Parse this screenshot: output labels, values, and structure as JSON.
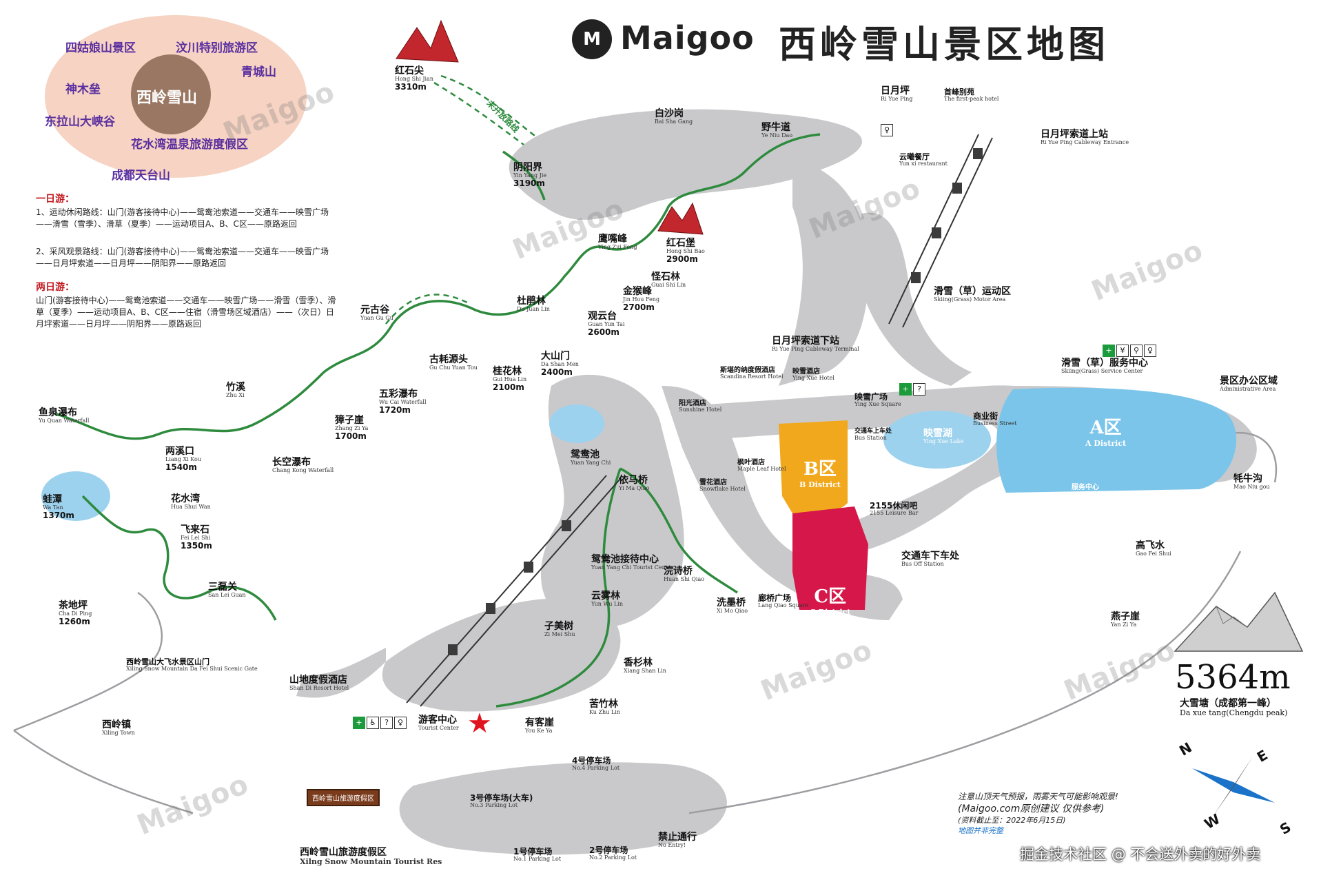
{
  "header": {
    "brand": "Maigoo",
    "brand_mark": "M",
    "title": "西岭雪山景区地图"
  },
  "regions": {
    "center": "西岭雪山",
    "items": [
      "四姑娘山景区",
      "汶川特别旅游区",
      "青城山",
      "神木垒",
      "东拉山大峡谷",
      "花水湾温泉旅游度假区",
      "成都天台山"
    ]
  },
  "itinerary": {
    "one_day_title": "一日游：",
    "one_day_1": "1、运动休闲路线：山门(游客接待中心)——鸳鸯池索道——交通车——映雪广场——滑雪（雪季）、滑草（夏季）——运动项目A、B、C区——原路返回",
    "one_day_2": "2、采风观景路线：山门(游客接待中心)——鸳鸯池索道——交通车——映雪广场——日月坪索道——日月坪——阴阳界——原路返回",
    "two_day_title": "两日游：",
    "two_day_1": "山门(游客接待中心)——鸳鸯池索道——交通车——映雪广场——滑雪（雪季）、滑草（夏季）——运动项目A、B、C区——住宿（滑雪场区域酒店）——（次日）日月坪索道——日月坪——阴阳界——原路返回"
  },
  "places": {
    "hongshijian": {
      "cn": "红石尖",
      "en": "Hong Shi Jian",
      "alt": "3310m"
    },
    "weikaifang": {
      "cn": "未开放路线"
    },
    "yinyangjie": {
      "cn": "阴阳界",
      "en": "Yin Yang Jie",
      "alt": "3190m"
    },
    "baishagang": {
      "cn": "白沙岗",
      "en": "Bai Sha Gang"
    },
    "yeniudao": {
      "cn": "野牛道",
      "en": "Ye Niu Dao"
    },
    "riyueping": {
      "cn": "日月坪",
      "en": "Ri Yue Ping"
    },
    "shoufengbieyuan": {
      "cn": "首峰别苑",
      "en": "The first-peak hotel"
    },
    "riyueping_upper": {
      "cn": "日月坪索道上站",
      "en": "Ri Yue Ping Cableway Entrance"
    },
    "yunxi": {
      "cn": "云曦餐厅",
      "en": "Yun xi restaurant"
    },
    "yingzuifeng": {
      "cn": "鹰嘴峰",
      "en": "Ying Zui Feng"
    },
    "hongshibao": {
      "cn": "红石堡",
      "en": "Hong Shi Bao",
      "alt": "2900m"
    },
    "guaishilin": {
      "cn": "怪石林",
      "en": "Guai Shi Lin"
    },
    "jinhoufeng": {
      "cn": "金猴峰",
      "en": "Jin Hou Feng",
      "alt": "2700m"
    },
    "dujuanlin": {
      "cn": "杜鹃林",
      "en": "Du Juan Lin"
    },
    "guanyuntai": {
      "cn": "观云台",
      "en": "Guan Yun Tai",
      "alt": "2600m"
    },
    "yuangu": {
      "cn": "元古谷",
      "en": "Yuan Gu Gu"
    },
    "guhaoyuantou": {
      "cn": "古耗源头",
      "en": "Gu Chu Yuan Tou"
    },
    "guihualin": {
      "cn": "桂花林",
      "en": "Gui Hua Lin",
      "alt": "2100m"
    },
    "dashanmen": {
      "cn": "大山门",
      "en": "Da Shan Men",
      "alt": "2400m"
    },
    "riyueping_lower": {
      "cn": "日月坪索道下站",
      "en": "Ri Yue Ping Cableway Terminal"
    },
    "skiing": {
      "cn": "滑雪（草）运动区",
      "en": "Skiing(Grass) Motor Area"
    },
    "service": {
      "cn": "滑雪（草）服务中心",
      "en": "Skiing(Grass) Service Center"
    },
    "admin": {
      "cn": "景区办公区域",
      "en": "Administrative Area"
    },
    "scandinavia": {
      "cn": "斯堪的纳度假酒店",
      "en": "Scandina Resort Hotel"
    },
    "yingxuehotel": {
      "cn": "映雪酒店",
      "en": "Ying Xue Hotel"
    },
    "yingxuesquare": {
      "cn": "映雪广场",
      "en": "Ying Xue Square"
    },
    "sunshine": {
      "cn": "阳光酒店",
      "en": "Sunshine Hotel"
    },
    "shopping": {
      "cn": "商业街",
      "en": "Business Street"
    },
    "busstop": {
      "cn": "交通车上车处",
      "en": "Bus Station"
    },
    "yingxuelake": {
      "cn": "映雪湖",
      "en": "Ying Xue Lake"
    },
    "adistrict": {
      "big": "A区",
      "en": "A District"
    },
    "bdistrict": {
      "big": "B区",
      "en": "B District"
    },
    "cdistrict": {
      "big": "C区",
      "en": "C District"
    },
    "maplehotel": {
      "cn": "枫叶酒店",
      "en": "Maple Leaf Hotel"
    },
    "snowflake": {
      "cn": "雪花酒店",
      "en": "Snowflake Hotel"
    },
    "bar2155": {
      "cn": "2155休闲吧",
      "en": "2155 Leisure Bar"
    },
    "busoff": {
      "cn": "交通车下车处",
      "en": "Bus Off Station"
    },
    "fuwu": {
      "cn": "服务中心"
    },
    "maoniugou": {
      "cn": "牦牛沟",
      "en": "Mao Niu gou"
    },
    "gaofeishui": {
      "cn": "高飞水",
      "en": "Gao Fei Shui"
    },
    "yanziya": {
      "cn": "燕子崖",
      "en": "Yan Zi Ya"
    },
    "yuquan": {
      "cn": "鱼泉瀑布",
      "en": "Yu Quan Waterfall"
    },
    "zhuxi": {
      "cn": "竹溪",
      "en": "Zhu Xi"
    },
    "wucai": {
      "cn": "五彩瀑布",
      "en": "Wu Cai Waterfall",
      "alt": "1720m"
    },
    "zhangziya": {
      "cn": "獐子崖",
      "en": "Zhang Zi Ya",
      "alt": "1700m"
    },
    "liangxikou": {
      "cn": "两溪口",
      "en": "Liang Xi Kou",
      "alt": "1540m"
    },
    "changkong": {
      "cn": "长空瀑布",
      "en": "Chang Kong Waterfall"
    },
    "watan": {
      "cn": "蛙潭",
      "en": "Wa Tan",
      "alt": "1370m"
    },
    "huashuiwan": {
      "cn": "花水湾",
      "en": "Hua Shui Wan"
    },
    "feilaishi": {
      "cn": "飞来石",
      "en": "Fei Lei Shi",
      "alt": "1350m"
    },
    "chadiping": {
      "cn": "茶地坪",
      "en": "Cha Di Ping",
      "alt": "1260m"
    },
    "sanleiguan": {
      "cn": "三磊关",
      "en": "San Lei Guan"
    },
    "dafeishui": {
      "cn": "西岭雪山大飞水景区山门",
      "en": "Xiling Snow Mountain Da Fei Shui Scenic Gate"
    },
    "xilingtown": {
      "cn": "西岭镇",
      "en": "Xiling Town"
    },
    "yuanyangchi": {
      "cn": "鸳鸯池",
      "en": "Yuan Yang Chi"
    },
    "yimaqiao": {
      "cn": "依马桥",
      "en": "Yi Ma Qiao"
    },
    "yyc_center": {
      "cn": "鸳鸯池接待中心",
      "en": "Yuan Yang Chi Tourist Center"
    },
    "huanshiqiao": {
      "cn": "浣诗桥",
      "en": "Huan Shi Qiao"
    },
    "ximoqiao": {
      "cn": "洗墨桥",
      "en": "Xi Mo Qiao"
    },
    "langqiao": {
      "cn": "廊桥广场",
      "en": "Lang Qiao Square"
    },
    "yunwulin": {
      "cn": "云雾林",
      "en": "Yun Wu Lin"
    },
    "zimeishu": {
      "cn": "子美树",
      "en": "Zi Mei Shu"
    },
    "xiangshanlin": {
      "cn": "香杉林",
      "en": "Xiang Shan Lin"
    },
    "kuzhulin": {
      "cn": "苦竹林",
      "en": "Ku Zhu Lin"
    },
    "shandi": {
      "cn": "山地度假酒店",
      "en": "Shan Di Resort Hotel"
    },
    "tourist": {
      "cn": "游客中心",
      "en": "Tourist Center"
    },
    "youkeya": {
      "cn": "有客崖",
      "en": "You Ke Ya"
    },
    "p4": {
      "cn": "4号停车场",
      "en": "No.4 Parking Lot"
    },
    "p3": {
      "cn": "3号停车场(大车)",
      "en": "No.3 Parking Lot"
    },
    "p1": {
      "cn": "1号停车场",
      "en": "No.1 Parking Lot"
    },
    "p2": {
      "cn": "2号停车场",
      "en": "No.2 Parking Lot"
    },
    "noentry": {
      "cn": "禁止通行",
      "en": "No Entry!"
    },
    "resort": {
      "cn": "西岭雪山旅游度假区",
      "en": "Xilng Snow Mountain Tourist Res"
    },
    "resort_sign": {
      "cn": "西岭雪山旅游度假区"
    }
  },
  "peak": {
    "height": "5364m",
    "cn": "大雪塘（成都第一峰）",
    "en": "Da xue tang(Chengdu peak)"
  },
  "notes": {
    "line1": "注意山顶天气预报，雨雾天气可能影响观景!",
    "line2": "(Maigoo.com原创建议 仅供参考)",
    "line3": "(资料截止至：2022年6月15日)",
    "line4": "地图并非完整"
  },
  "compass": {
    "n": "N",
    "e": "E",
    "s": "S",
    "w": "W"
  },
  "watermark": "Maigoo",
  "footer": "掘金技术社区 @ 不会送外卖的好外卖",
  "colors": {
    "road": "#c9c9cb",
    "trail": "#2e8b3e",
    "trail_dashed": "#2e8b3e",
    "lake": "#9dd2ee",
    "a_district": "#7bc5ea",
    "b_district": "#f2a81d",
    "c_district": "#d5174a",
    "region_bg": "#f6d3c2",
    "region_center": "#9a7762",
    "region_text": "#5a2fa0",
    "itinerary_heading": "#c0181e",
    "star": "#e0141e"
  }
}
